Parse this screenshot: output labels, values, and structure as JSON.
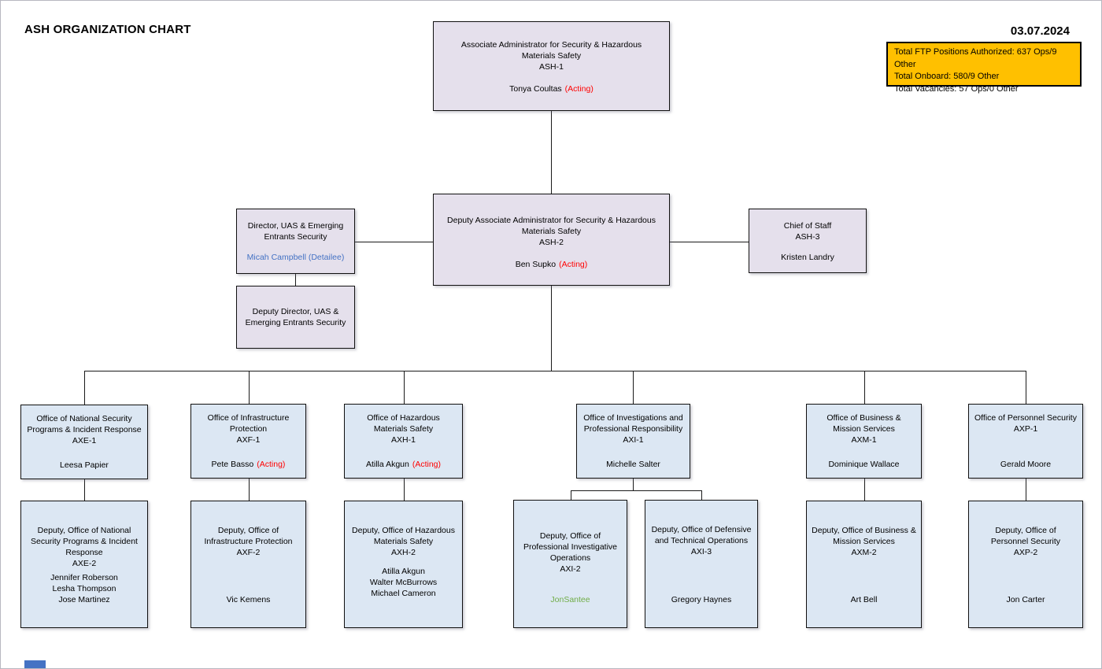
{
  "header": {
    "title": "ASH ORGANIZATION CHART",
    "date": "03.07.2024"
  },
  "summary": {
    "lines": [
      "Total FTP Positions Authorized: 637 Ops/9 Other",
      "Total Onboard: 580/9 Other",
      "Total Vacancies: 57 Ops/0 Other"
    ]
  },
  "colors": {
    "lavender_box": "#E5E0EC",
    "light_blue_box": "#DCE7F3",
    "summary_orange": "#FFC000",
    "acting_red": "#FF0000",
    "detailee_blue": "#4472C4",
    "name_green": "#70AD47",
    "connector_black": "#1A1A1A"
  },
  "org": {
    "ash1": {
      "title_lines": [
        "Associate Administrator for Security & Hazardous",
        "Materials Safety"
      ],
      "code": "ASH-1",
      "name": "Tonya Coultas",
      "status": "(Acting)"
    },
    "ash2": {
      "title_lines": [
        "Deputy Associate Administrator for Security & Hazardous",
        "Materials Safety"
      ],
      "code": "ASH-2",
      "name": "Ben Supko",
      "status": "(Acting)"
    },
    "uas_director": {
      "title_lines": [
        "Director,  UAS & Emerging",
        "Entrants Security"
      ],
      "name": "Micah Campbell (Detailee)"
    },
    "uas_deputy": {
      "title_lines": [
        "Deputy Director, UAS &",
        "Emerging Entrants Security"
      ]
    },
    "chief_of_staff": {
      "title_lines": [
        "Chief of Staff"
      ],
      "code": "ASH-3",
      "name": "Kristen Landry"
    },
    "axe1": {
      "title_lines": [
        "Office of National Security",
        "Programs & Incident Response"
      ],
      "code": "AXE-1",
      "name": "Leesa Papier"
    },
    "axf1": {
      "title_lines": [
        "Office of Infrastructure",
        "Protection"
      ],
      "code": "AXF-1",
      "name": "Pete Basso",
      "status": "(Acting)"
    },
    "axh1": {
      "title_lines": [
        "Office of Hazardous",
        "Materials Safety"
      ],
      "code": "AXH-1",
      "name": "Atilla Akgun",
      "status": "(Acting)"
    },
    "axi1": {
      "title_lines": [
        "Office of Investigations and",
        "Professional Responsibility"
      ],
      "code": "AXI-1",
      "name": "Michelle Salter"
    },
    "axm1": {
      "title_lines": [
        "Office of Business &",
        "Mission Services"
      ],
      "code": "AXM-1",
      "name": "Dominique Wallace"
    },
    "axp1": {
      "title_lines": [
        "Office of Personnel Security"
      ],
      "code": "AXP-1",
      "name": "Gerald Moore"
    },
    "axe2": {
      "title_lines": [
        "Deputy, Office of National",
        "Security Programs & Incident",
        "Response"
      ],
      "code": "AXE-2",
      "names": [
        "Jennifer Roberson",
        "Lesha Thompson",
        "Jose Martinez"
      ]
    },
    "axf2": {
      "title_lines": [
        "Deputy, Office of",
        "Infrastructure Protection"
      ],
      "code": "AXF-2",
      "names": [
        "Vic Kemens"
      ]
    },
    "axh2": {
      "title_lines": [
        "Deputy, Office of Hazardous",
        "Materials Safety"
      ],
      "code": "AXH-2",
      "names": [
        "Atilla Akgun",
        "Walter McBurrows",
        "Michael Cameron"
      ]
    },
    "axi2": {
      "title_lines": [
        "Deputy, Office of",
        "Professional Investigative",
        "Operations"
      ],
      "code": "AXI-2",
      "names": [
        "JonSantee"
      ]
    },
    "axi3": {
      "title_lines": [
        "Deputy, Office of Defensive",
        "and Technical Operations"
      ],
      "code": "AXI-3",
      "names": [
        "Gregory Haynes"
      ]
    },
    "axm2": {
      "title_lines": [
        "Deputy, Office of Business &",
        "Mission Services"
      ],
      "code": "AXM-2",
      "names": [
        "Art Bell"
      ]
    },
    "axp2": {
      "title_lines": [
        "Deputy, Office of",
        "Personnel Security"
      ],
      "code": "AXP-2",
      "names": [
        "Jon Carter"
      ]
    }
  }
}
